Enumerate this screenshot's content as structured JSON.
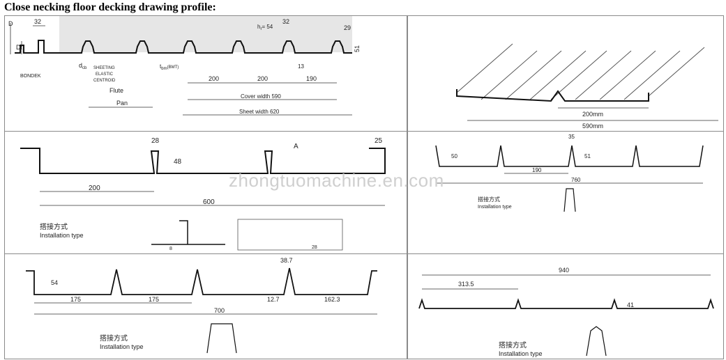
{
  "title": "Close necking floor decking drawing profile:",
  "watermark": "zhongtuomachine.en.com",
  "panel1": {
    "dims": {
      "d": "D",
      "dt": "Dt",
      "w32a": "32",
      "hr": "h",
      "hr_sub": "r",
      "hr_val": "= 54",
      "w32b": "32",
      "w29": "29",
      "h51": "51",
      "w200a": "200",
      "w200b": "200",
      "w190": "190",
      "w13": "13",
      "cover": "Cover width 590",
      "sheet": "Sheet width 620"
    },
    "labels": {
      "bondek": "BONDEK",
      "dcb": "d",
      "dcb_sub": "cb",
      "sheeting": "SHEETING",
      "elastic": "ELASTIC",
      "centroid": "CENTROID",
      "flute": "Flute",
      "pan": "Pan",
      "tbm": "t",
      "tbm_sub": "bm",
      "tbm_tail": "(BMT)"
    }
  },
  "panel2": {
    "w200": "200mm",
    "w590": "590mm"
  },
  "panel3": {
    "w28": "28",
    "h48": "48",
    "a": "A",
    "w25": "25",
    "w200": "200",
    "w600": "600",
    "cn": "搭接方式",
    "en": "Installation type",
    "s8": "8",
    "s28": "28"
  },
  "panel4": {
    "h50": "50",
    "w35": "35",
    "h51": "51",
    "w190": "190",
    "w760": "760",
    "cn": "搭接方式",
    "en": "Installation type"
  },
  "panel5": {
    "h54": "54",
    "w387": "38.7",
    "w175a": "175",
    "w175b": "175",
    "w127": "12.7",
    "w1623": "162.3",
    "w700": "700",
    "cn": "搭接方式",
    "en": "Installation type"
  },
  "panel6": {
    "w940": "940",
    "w3135": "313.5",
    "h41": "41",
    "cn": "搭接方式",
    "en": "Installation type"
  }
}
